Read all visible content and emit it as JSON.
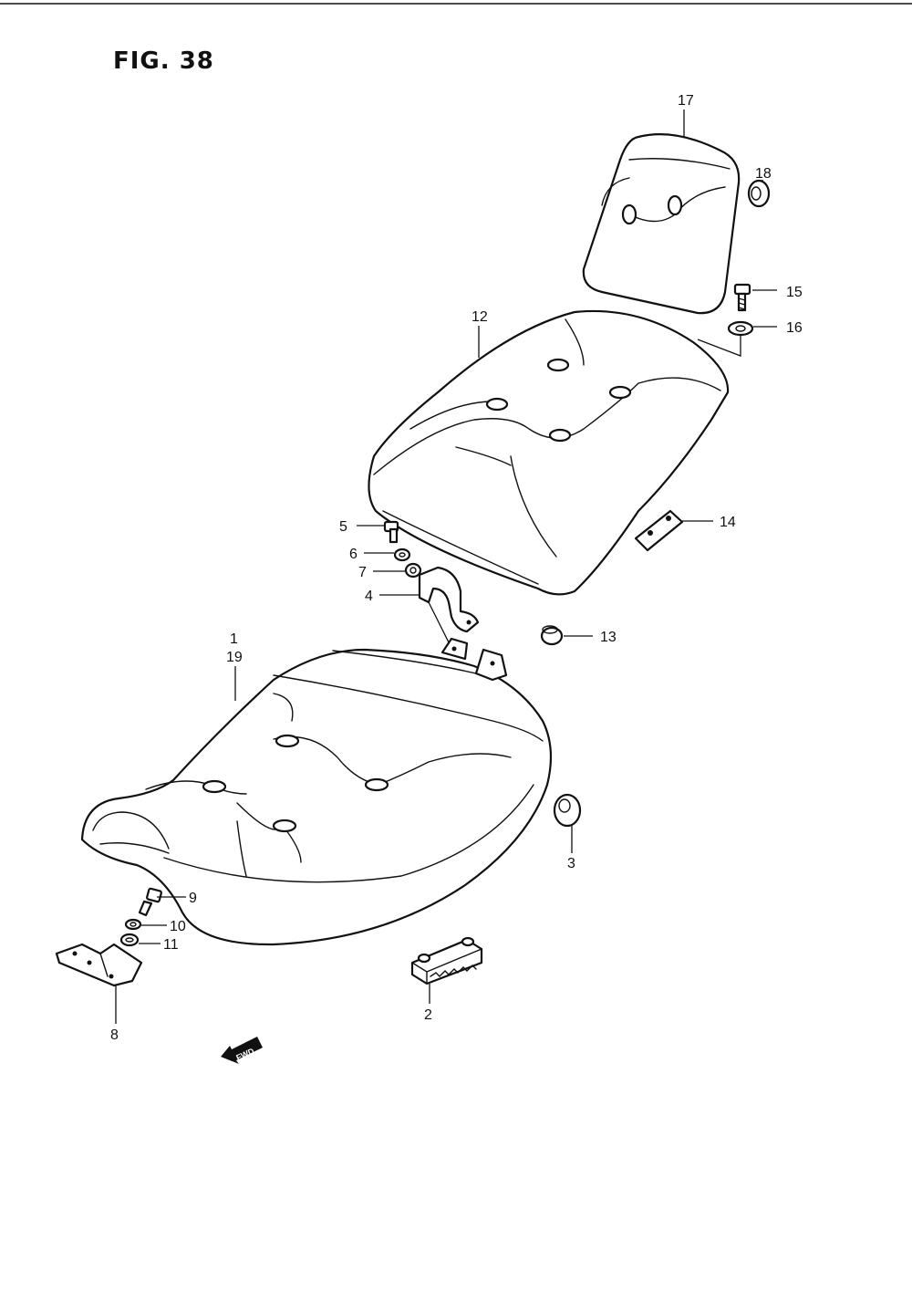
{
  "figure": {
    "title": "FIG. 38"
  },
  "direction_tag": "FWD",
  "callouts": {
    "c1": "1",
    "c19": "19",
    "c2": "2",
    "c3": "3",
    "c4": "4",
    "c5": "5",
    "c6": "6",
    "c7": "7",
    "c8": "8",
    "c9": "9",
    "c10": "10",
    "c11": "11",
    "c12": "12",
    "c13": "13",
    "c14": "14",
    "c15": "15",
    "c16": "16",
    "c17": "17",
    "c18": "18"
  }
}
